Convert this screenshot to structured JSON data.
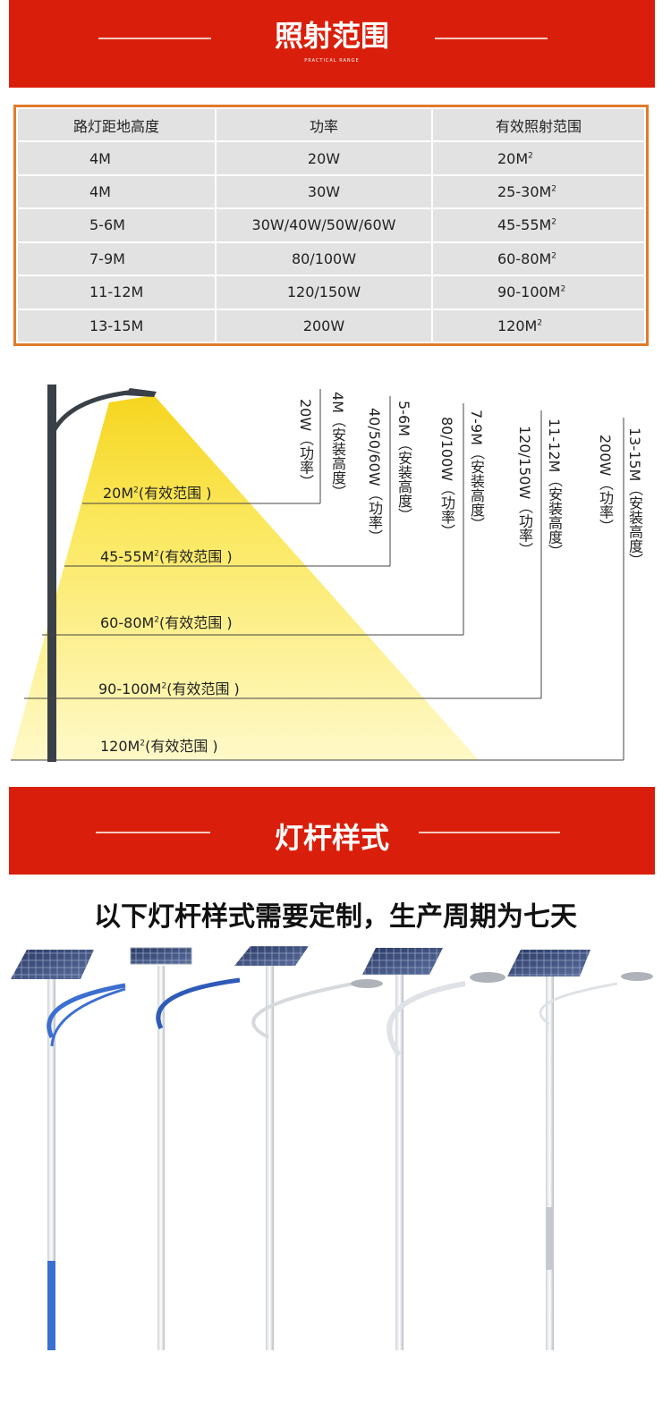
{
  "section1": {
    "title": "照射范围",
    "subtitle": "PRACTICAL RANGE"
  },
  "table": {
    "headers": [
      "路灯距地高度",
      "功率",
      "有效照射范围"
    ],
    "rows": [
      {
        "height": "4M",
        "power": "20W",
        "range": "20M",
        "unit_sup": "2"
      },
      {
        "height": "4M",
        "power": "30W",
        "range": "25-30M",
        "unit_sup": "2"
      },
      {
        "height": "5-6M",
        "power": "30W/40W/50W/60W",
        "range": "45-55M",
        "unit_sup": "2"
      },
      {
        "height": "7-9M",
        "power": "80/100W",
        "range": "60-80M",
        "unit_sup": "2"
      },
      {
        "height": "11-12M",
        "power": "120/150W",
        "range": "90-100M",
        "unit_sup": "2"
      },
      {
        "height": "13-15M",
        "power": "200W",
        "range": "120M",
        "unit_sup": "2"
      }
    ]
  },
  "diagram": {
    "coverage": [
      {
        "range": "20M",
        "sup": "2",
        "note": "(有效范围 )"
      },
      {
        "range": "45-55M",
        "sup": "2",
        "note": "(有效范围 )"
      },
      {
        "range": "60-80M",
        "sup": "2",
        "note": "(有效范围 )"
      },
      {
        "range": "90-100M",
        "sup": "2",
        "note": "(有效范围 )"
      },
      {
        "range": "120M",
        "sup": "2",
        "note": "(有效范围 )"
      }
    ],
    "heights": [
      {
        "height": "4M（安装高度）",
        "power": "20W（功率）"
      },
      {
        "height": "5-6M（安装高度）",
        "power": "40/50/60W（功率）"
      },
      {
        "height": "7-9M（安装高度）",
        "power": "80/100W（功率）"
      },
      {
        "height": "11-12M（安装高度）",
        "power": "120/150W（功率）"
      },
      {
        "height": "13-15M（安装高度）",
        "power": "200W（功率）"
      }
    ],
    "colors": {
      "light": "#fff35a",
      "pole": "#3a4047"
    }
  },
  "section2": {
    "title": "灯杆样式"
  },
  "note": "以下灯杆样式需要定制，生产周期为七天",
  "poles": {
    "count": 5,
    "icons": [
      "solar-street-light-icon",
      "solar-street-light-icon",
      "solar-street-light-icon",
      "solar-street-light-icon",
      "solar-street-light-icon"
    ]
  }
}
